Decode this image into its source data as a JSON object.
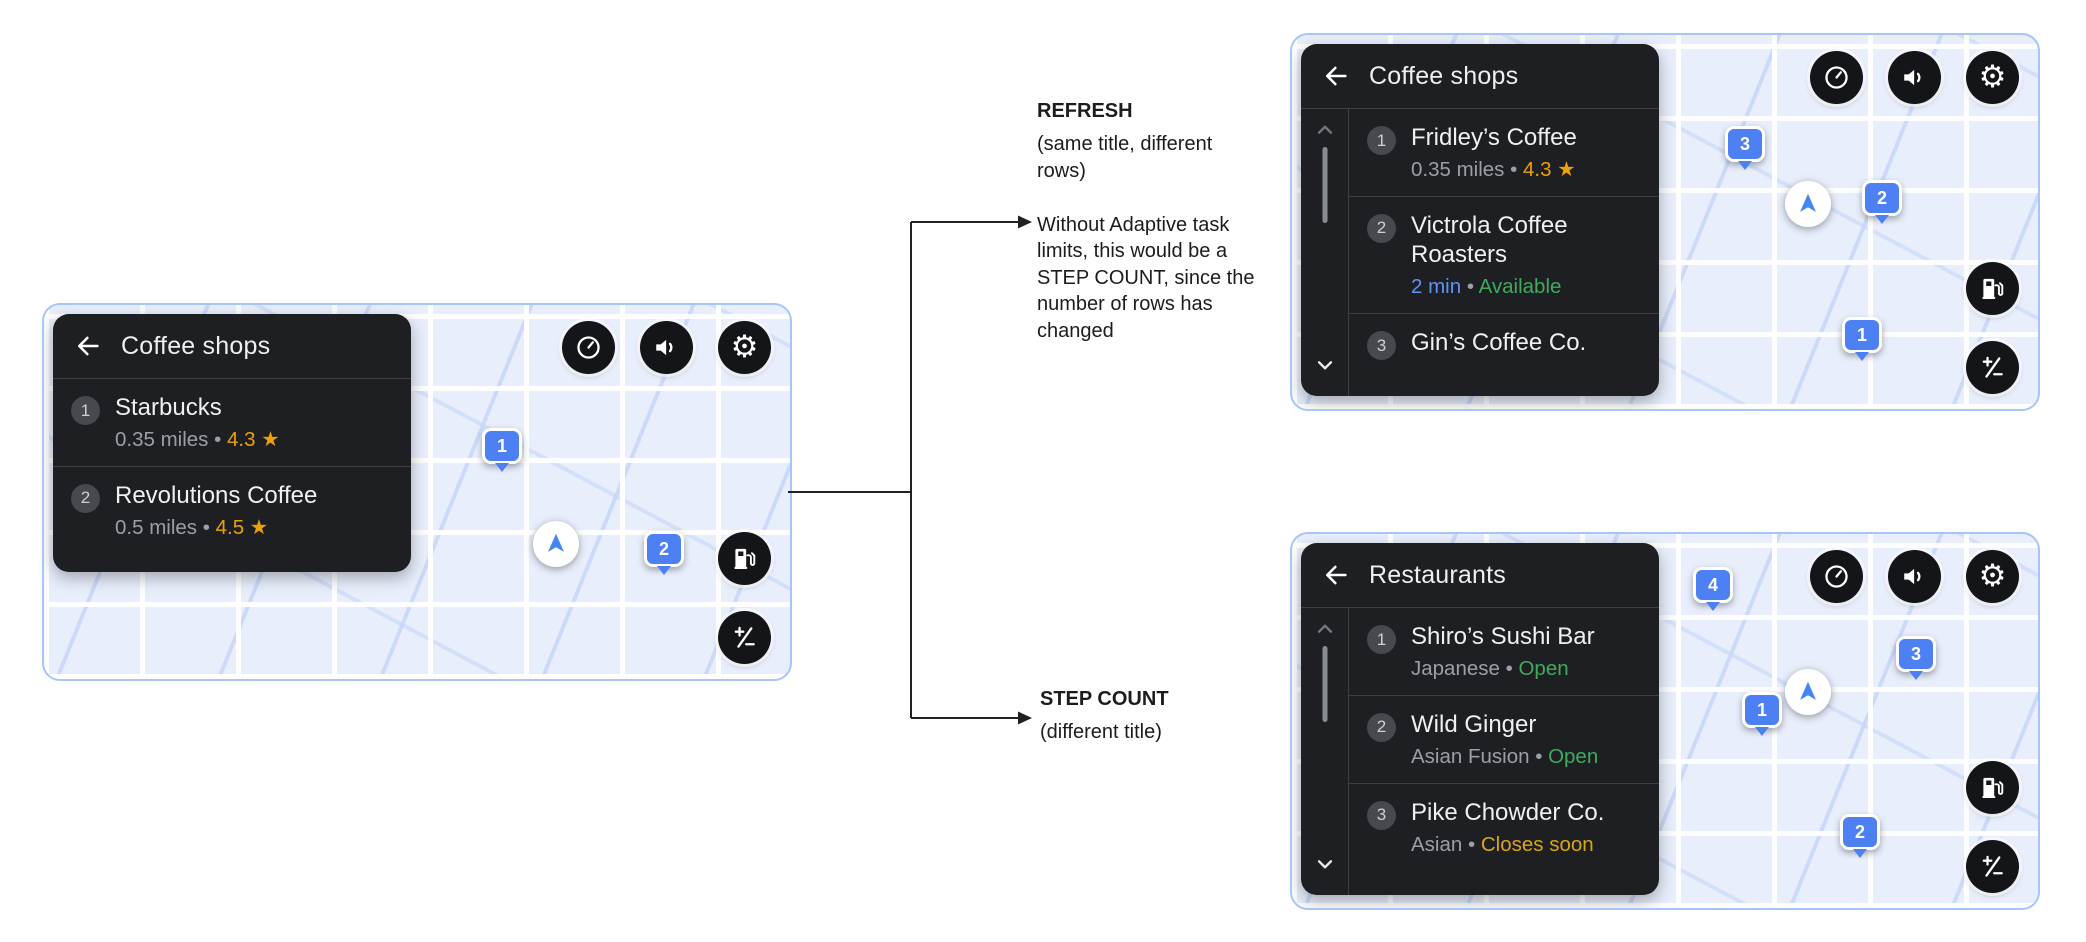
{
  "annotations": {
    "refresh": {
      "title": "REFRESH",
      "subtitle": "(same title, different rows)",
      "note": "Without Adaptive task limits, this would be a STEP COUNT, since the number of rows has changed"
    },
    "step_count": {
      "title": "STEP COUNT",
      "subtitle": "(different title)"
    }
  },
  "colors": {
    "map_marker_blue": "#4d80f2",
    "panel_border_blue": "#a6c6fa",
    "card_background": "#1e1f22",
    "rating_amber": "#efa007",
    "status_green": "#3fab5f",
    "eta_blue": "#5f94f5",
    "closes_soon_amber": "#d9a514",
    "muted_gray": "#9aa0a6"
  },
  "panels": {
    "left": {
      "title": "Coffee shops",
      "rows": [
        {
          "num": "1",
          "name": "Starbucks",
          "sub": [
            {
              "t": "0.35 miles • ",
              "c": "part-muted"
            },
            {
              "t": "4.3 ★",
              "c": "part-amber"
            }
          ]
        },
        {
          "num": "2",
          "name": "Revolutions Coffee",
          "sub": [
            {
              "t": "0.5 miles • ",
              "c": "part-muted"
            },
            {
              "t": "4.5 ★",
              "c": "part-amber"
            }
          ]
        }
      ],
      "markers": [
        {
          "label": "1"
        },
        {
          "label": "2"
        }
      ]
    },
    "refresh": {
      "title": "Coffee shops",
      "rows": [
        {
          "num": "1",
          "name": "Fridley’s Coffee",
          "sub": [
            {
              "t": "0.35 miles • ",
              "c": "part-muted"
            },
            {
              "t": "4.3 ★",
              "c": "part-amber"
            }
          ]
        },
        {
          "num": "2",
          "name": "Victrola Coffee Roasters",
          "sub": [
            {
              "t": "2 min",
              "c": "part-blue"
            },
            {
              "t": " • ",
              "c": "part-muted"
            },
            {
              "t": "Available",
              "c": "part-green"
            }
          ]
        },
        {
          "num": "3",
          "name": "Gin’s Coffee Co."
        }
      ],
      "markers": [
        {
          "label": "3"
        },
        {
          "label": "2"
        },
        {
          "label": "1"
        }
      ]
    },
    "step_count": {
      "title": "Restaurants",
      "rows": [
        {
          "num": "1",
          "name": "Shiro’s Sushi Bar",
          "sub": [
            {
              "t": "Japanese • ",
              "c": "part-muted"
            },
            {
              "t": "Open",
              "c": "part-green"
            }
          ]
        },
        {
          "num": "2",
          "name": "Wild Ginger",
          "sub": [
            {
              "t": "Asian Fusion • ",
              "c": "part-muted"
            },
            {
              "t": "Open",
              "c": "part-green"
            }
          ]
        },
        {
          "num": "3",
          "name": "Pike Chowder Co.",
          "sub": [
            {
              "t": "Asian • ",
              "c": "part-muted"
            },
            {
              "t": "Closes soon",
              "c": "part-amber2"
            }
          ]
        }
      ],
      "markers": [
        {
          "label": "4"
        },
        {
          "label": "3"
        },
        {
          "label": "1"
        },
        {
          "label": "2"
        }
      ]
    }
  }
}
